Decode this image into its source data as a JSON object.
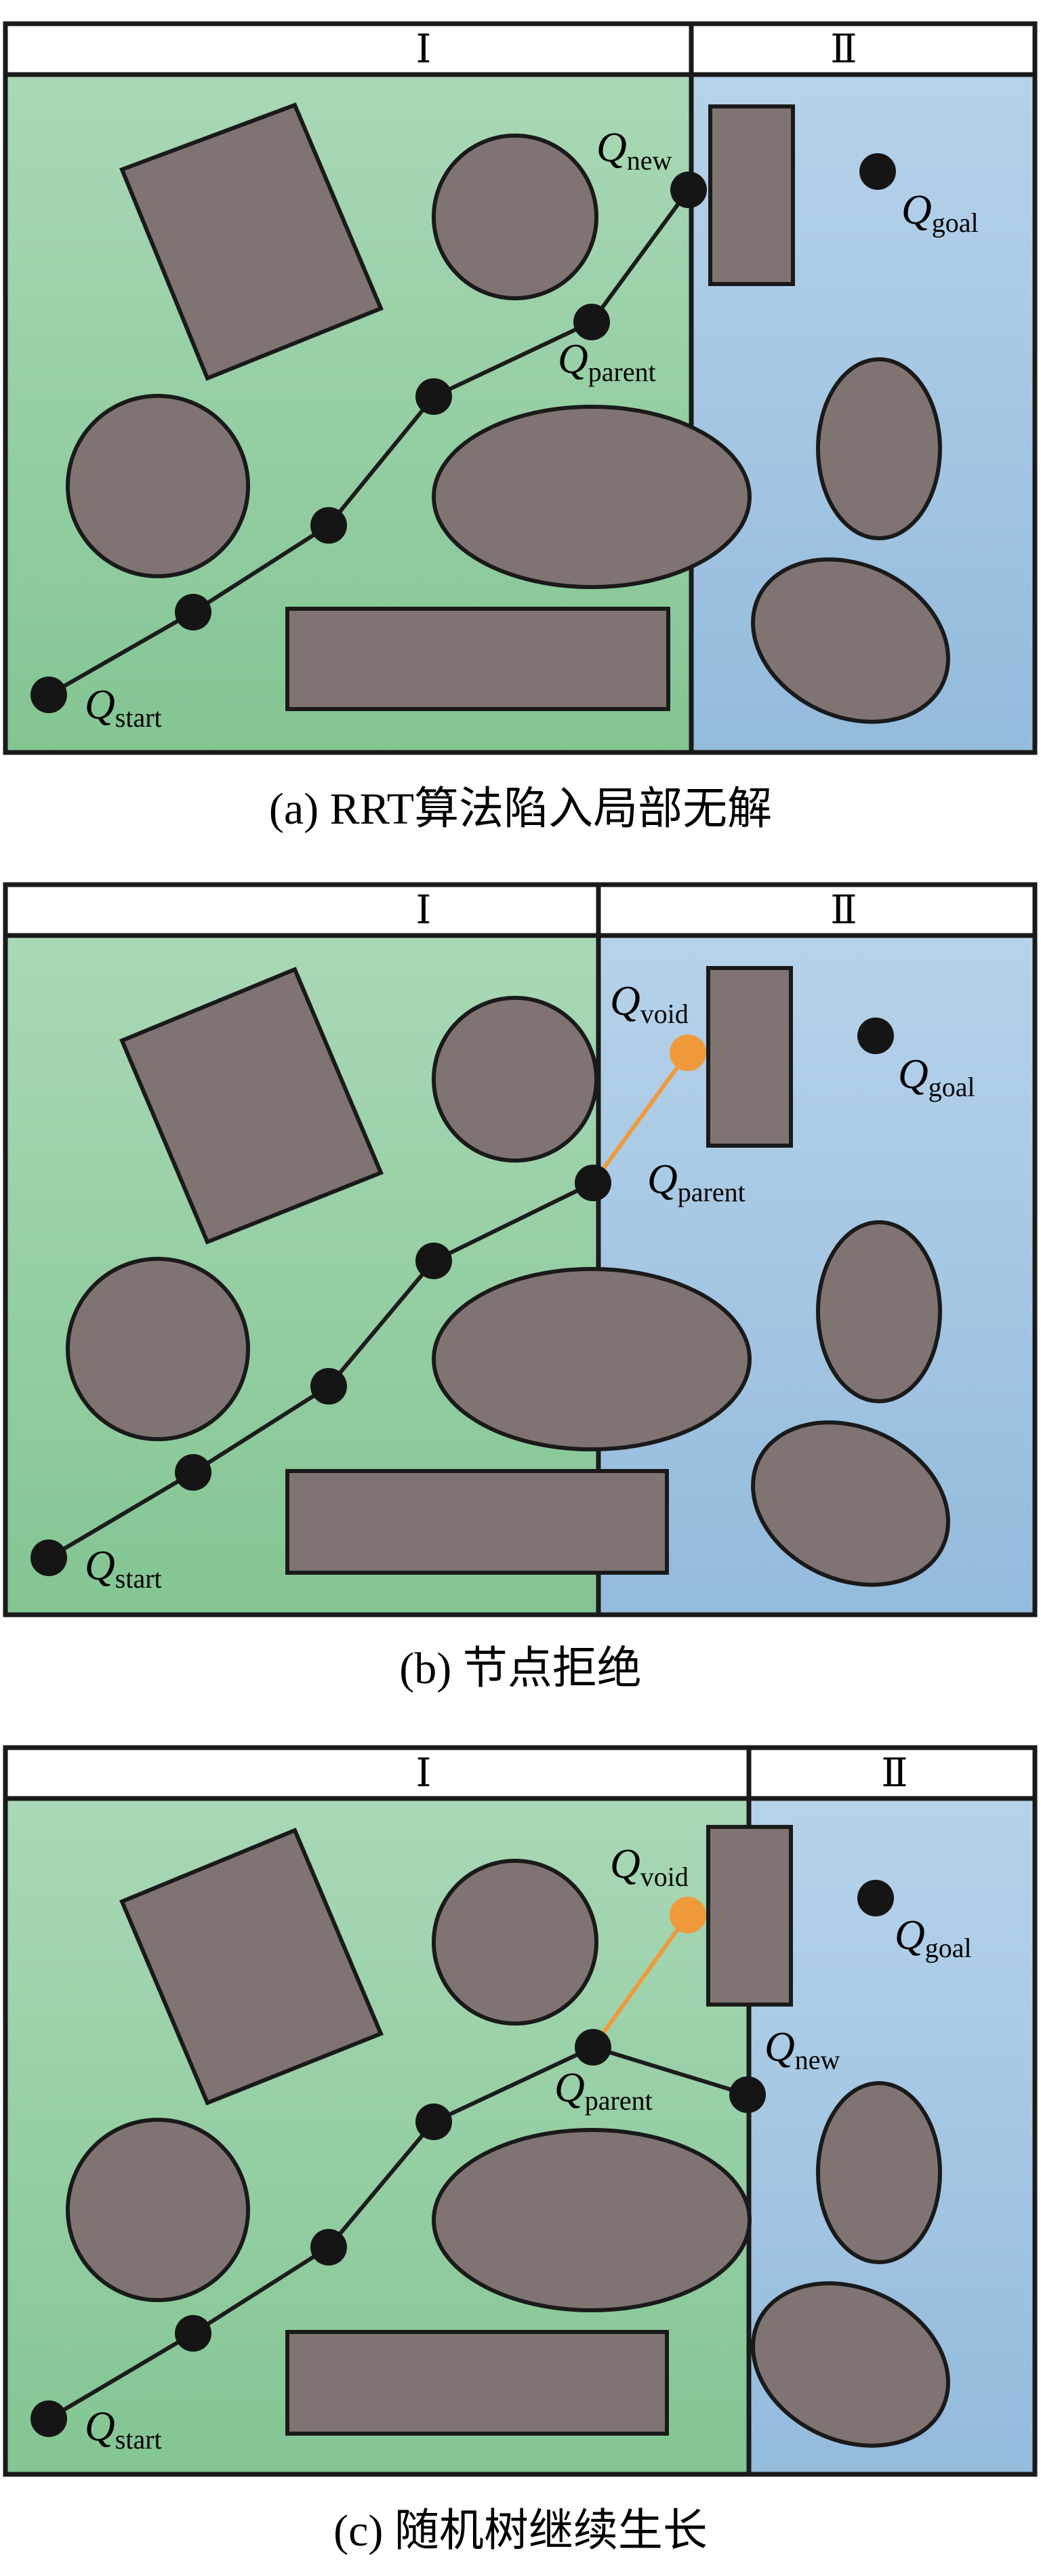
{
  "panels": [
    {
      "region_labels": [
        "Ⅰ",
        "Ⅱ"
      ],
      "caption": "(a)  RRT算法陷入局部无解",
      "nodes": {
        "start": {
          "letter": "Q",
          "sub": "start"
        },
        "new": {
          "letter": "Q",
          "sub": "new"
        },
        "parent": {
          "letter": "Q",
          "sub": "parent"
        },
        "goal": {
          "letter": "Q",
          "sub": "goal"
        }
      }
    },
    {
      "region_labels": [
        "Ⅰ",
        "Ⅱ"
      ],
      "caption": "(b)  节点拒绝",
      "nodes": {
        "start": {
          "letter": "Q",
          "sub": "start"
        },
        "void": {
          "letter": "Q",
          "sub": "void"
        },
        "parent": {
          "letter": "Q",
          "sub": "parent"
        },
        "goal": {
          "letter": "Q",
          "sub": "goal"
        }
      }
    },
    {
      "region_labels": [
        "Ⅰ",
        "Ⅱ"
      ],
      "caption": "(c)  随机树继续生长",
      "nodes": {
        "start": {
          "letter": "Q",
          "sub": "start"
        },
        "void": {
          "letter": "Q",
          "sub": "void"
        },
        "parent": {
          "letter": "Q",
          "sub": "parent"
        },
        "new": {
          "letter": "Q",
          "sub": "new"
        },
        "goal": {
          "letter": "Q",
          "sub": "goal"
        }
      }
    }
  ],
  "colors": {
    "region_one": "#8fc9a0",
    "region_two": "#9fc3e0",
    "obstacle": "#807473",
    "node": "#151515",
    "void_node": "#f0993a",
    "edge": "#1c1c1c"
  }
}
